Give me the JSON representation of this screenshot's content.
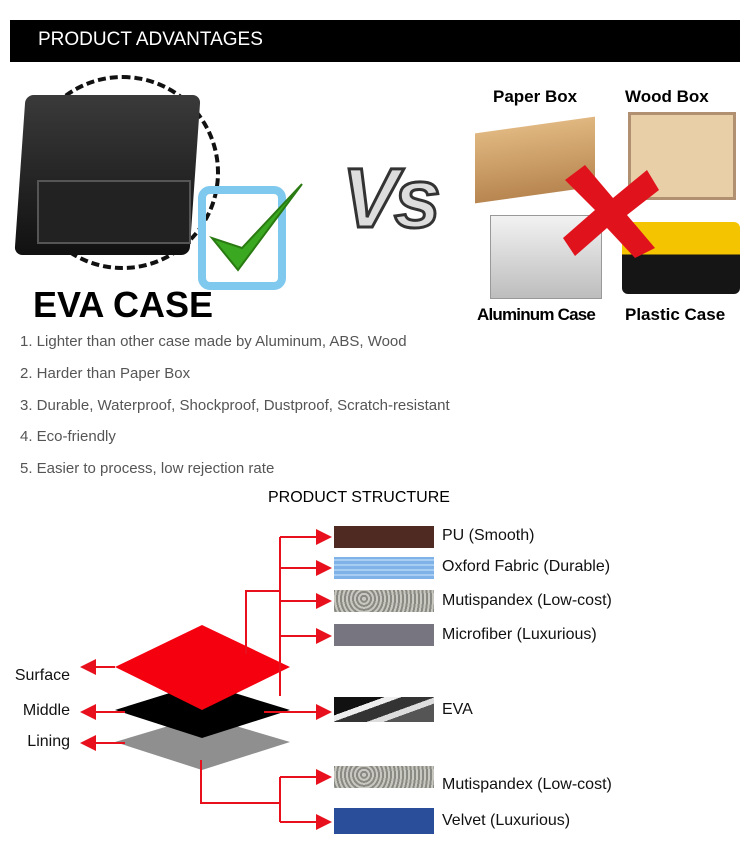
{
  "header": {
    "title": "PRODUCT ADVANTAGES"
  },
  "comparison": {
    "eva_label": "EVA CASE",
    "vs_label": "Vs",
    "others": [
      "Paper Box",
      "Wood Box",
      "Aluminum Case",
      "Plastic Case"
    ]
  },
  "advantages": [
    "1. Lighter than other case made by Aluminum, ABS, Wood",
    "2. Harder than Paper Box",
    "3. Durable, Waterproof, Shockproof, Dustproof, Scratch-resistant",
    "4. Eco-friendly",
    "5. Easier to process, low rejection rate"
  ],
  "structure": {
    "title": "PRODUCT STRUCTURE",
    "layers": [
      "Surface",
      "Middle",
      "Lining"
    ],
    "surface_materials": [
      "PU (Smooth)",
      "Oxford Fabric (Durable)",
      "Mutispandex (Low-cost)",
      "Microfiber (Luxurious)"
    ],
    "middle_materials": [
      "EVA"
    ],
    "lining_materials": [
      "Mutispandex (Low-cost)",
      "Velvet (Luxurious)"
    ],
    "colors": {
      "arrow": "#e8101c",
      "surface": "#f5000f",
      "middle": "#000000",
      "lining": "#8f8f8f"
    }
  }
}
